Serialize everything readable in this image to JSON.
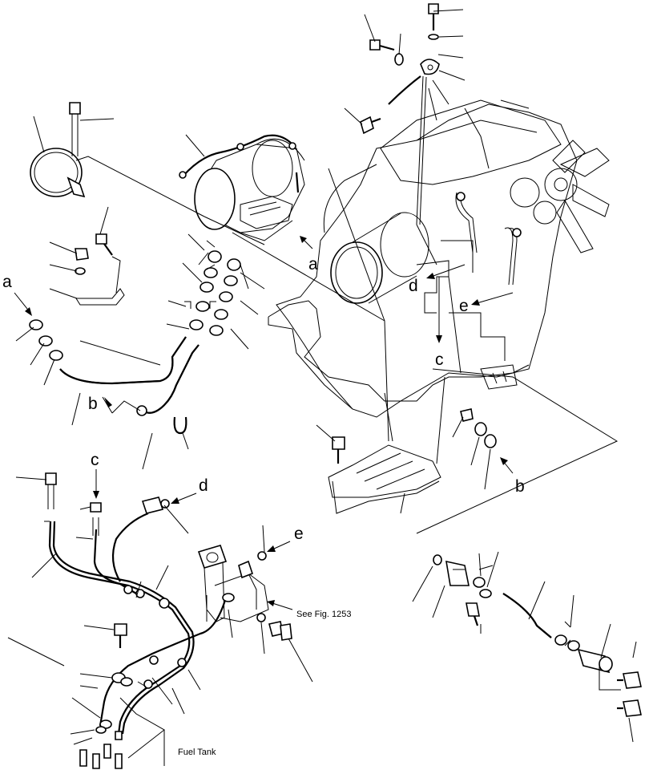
{
  "figure": {
    "labels": {
      "a_left": "a",
      "a_center": "a",
      "b_left": "b",
      "b_right": "b",
      "c_top": "c",
      "c_lower": "c",
      "d_top": "d",
      "d_lower": "d",
      "e_top": "e",
      "e_lower": "e"
    },
    "see_fig": "See Fig. 1253",
    "fuel_tank": "Fuel Tank"
  }
}
